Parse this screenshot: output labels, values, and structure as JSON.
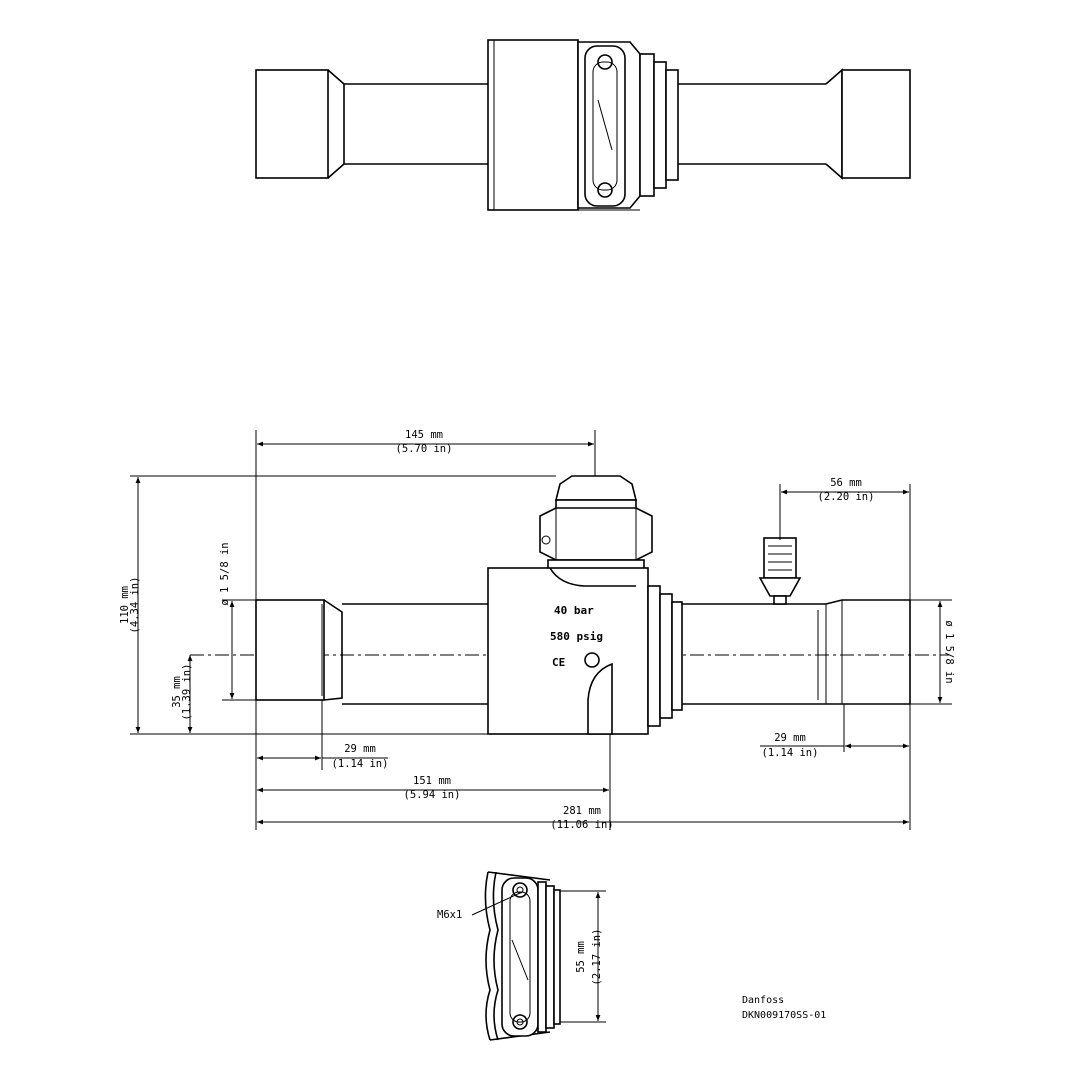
{
  "dimensions": {
    "top_len": {
      "mm": "145 mm",
      "in": "(5.70 in)"
    },
    "right_len": {
      "mm": "56 mm",
      "in": "(2.20 in)"
    },
    "height": {
      "mm": "110 mm",
      "in": "(4.34 in)"
    },
    "axis": {
      "mm": "35 mm",
      "in": "(1.39 in)"
    },
    "left_dia": "ø 1 5/8 in",
    "right_dia": "ø 1 5/8 in",
    "left_socket": {
      "mm": "29 mm",
      "in": "(1.14 in)"
    },
    "right_socket": {
      "mm": "29 mm",
      "in": "(1.14 in)"
    },
    "mid_len": {
      "mm": "151 mm",
      "in": "(5.94 in)"
    },
    "total_len": {
      "mm": "281 mm",
      "in": "(11.06 in)"
    },
    "flange_height": {
      "mm": "55 mm",
      "in": "(2.17 in)"
    }
  },
  "marks": {
    "bolt": "M6x1",
    "body_mark_1": "40 bar",
    "body_mark_2": "580 psig",
    "body_mark_3": "CE"
  },
  "drawing_ref": {
    "company": "Danfoss",
    "code": "DKN009170SS-01"
  }
}
